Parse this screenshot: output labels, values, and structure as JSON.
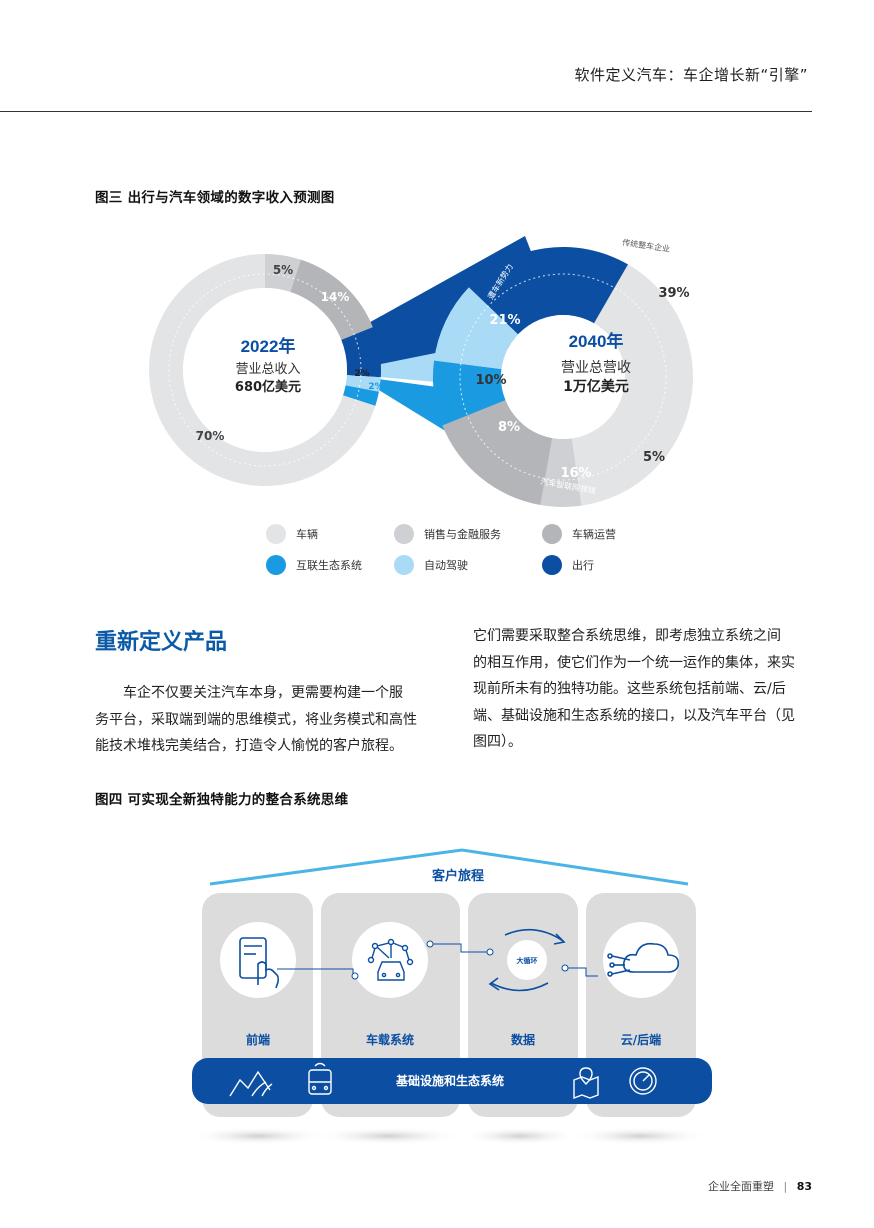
{
  "header": {
    "title": "软件定义汽车：车企增长新“引擎”"
  },
  "figure3": {
    "title": "图三  出行与汽车领域的数字收入预测图",
    "left_donut": {
      "year": "2022年",
      "label": "营业总收入",
      "amount": "680亿美元",
      "segments": [
        {
          "name": "车辆",
          "pct": "70%",
          "value": 70
        },
        {
          "name": "销售与金融服务",
          "pct": "5%",
          "value": 5
        },
        {
          "name": "车辆运营",
          "pct": "14%",
          "value": 14
        },
        {
          "name": "出行",
          "pct": "7%",
          "value": 7
        },
        {
          "name": "自动驾驶",
          "pct": "2%",
          "value": 2
        },
        {
          "name": "互联生态系统",
          "pct": "2%",
          "value": 2
        }
      ]
    },
    "right_donut": {
      "year": "2040年",
      "label": "营业总营收",
      "amount": "1万亿美元",
      "segments": [
        {
          "name": "车辆",
          "pct": "39%",
          "value": 39
        },
        {
          "name": "销售与金融服务",
          "pct": "5%",
          "value": 5
        },
        {
          "name": "车辆运营",
          "pct": "16%",
          "value": 16
        },
        {
          "name": "互联生态系统",
          "pct": "8%",
          "value": 8
        },
        {
          "name": "自动驾驶",
          "pct": "10%",
          "value": 10
        },
        {
          "name": "出行",
          "pct": "21%",
          "value": 21
        }
      ],
      "arc_labels": {
        "traditional": "传统整车企业",
        "mobility": "遭车新势力",
        "connected": "汽车智联网领域"
      }
    },
    "legend": [
      {
        "label": "车辆",
        "color": "#e3e4e6"
      },
      {
        "label": "销售与金融服务",
        "color": "#cfd0d3"
      },
      {
        "label": "车辆运营",
        "color": "#b3b5b9"
      },
      {
        "label": "互联生态系统",
        "color": "#1a9ae0"
      },
      {
        "label": "自动驾驶",
        "color": "#a9dbf6"
      },
      {
        "label": "出行",
        "color": "#0b4ea2"
      }
    ]
  },
  "section": {
    "heading": "重新定义产品",
    "left_lines": [
      "车企不仅要关注汽车本身，更需要构建一个服",
      "务平台，采取端到端的思维模式，将业务模式和高性",
      "能技术堆栈完美结合，打造令人愉悦的客户旅程。"
    ],
    "right_lines": [
      "它们需要采取整合系统思维，即考虑独立系统之间",
      "的相互作用，使它们作为一个统一运作的集体，来实",
      "现前所未有的独特功能。这些系统包括前端、云/后",
      "端、基础设施和生态系统的接口，以及汽车平台（见",
      "图四）。"
    ]
  },
  "figure4": {
    "title": "图四  可实现全新独特能力的整合系统思维",
    "roof_label": "客户旅程",
    "pillars": [
      {
        "label": "前端"
      },
      {
        "label": "车载系统"
      },
      {
        "label": "数据",
        "badge": "大循环"
      },
      {
        "label": "云/后端"
      }
    ],
    "base_label": "基础设施和生态系统"
  },
  "footer": {
    "text": "企业全面重塑",
    "separator": "|",
    "page": "83"
  }
}
